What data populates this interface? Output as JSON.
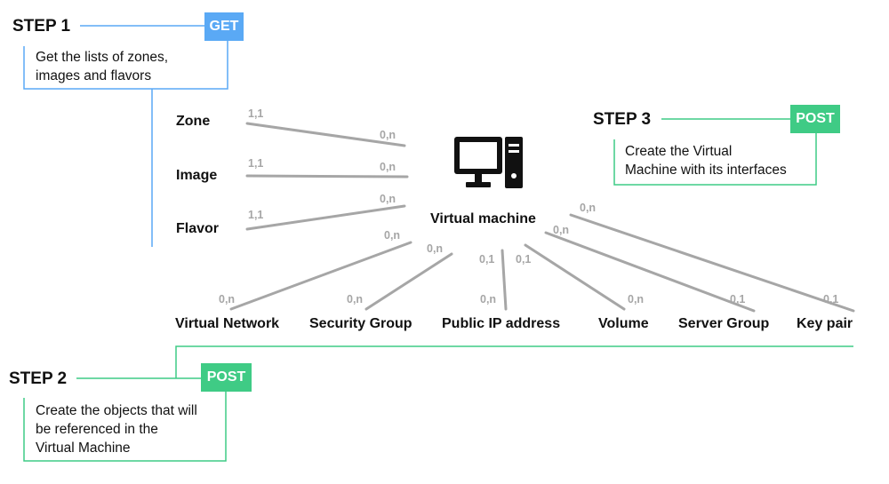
{
  "colors": {
    "get": "#5aa9f5",
    "post": "#3fcb85",
    "line": "#a6a6a6",
    "text": "#111111"
  },
  "step1": {
    "title": "STEP 1",
    "badge": "GET",
    "text_line1": "Get the lists of zones,",
    "text_line2": "images and flavors"
  },
  "step2": {
    "title": "STEP 2",
    "badge": "POST",
    "text_line1": "Create the objects that will",
    "text_line2": "be referenced in the",
    "text_line3": "Virtual Machine"
  },
  "step3": {
    "title": "STEP 3",
    "badge": "POST",
    "text_line1": "Create the Virtual",
    "text_line2": "Machine with its interfaces"
  },
  "center": {
    "label": "Virtual machine",
    "icon": "desktop-computer-icon"
  },
  "left_entities": [
    {
      "name": "Zone",
      "card_entity": "1,1",
      "card_vm": "0,n"
    },
    {
      "name": "Image",
      "card_entity": "1,1",
      "card_vm": "0,n"
    },
    {
      "name": "Flavor",
      "card_entity": "1,1",
      "card_vm": "0,n"
    }
  ],
  "bottom_entities": [
    {
      "name": "Virtual Network",
      "card_entity": "0,n",
      "card_vm": "0,n"
    },
    {
      "name": "Security Group",
      "card_entity": "0,n",
      "card_vm": "0,n"
    },
    {
      "name": "Public IP address",
      "card_entity": "0,n",
      "card_vm": "0,1"
    },
    {
      "name": "Volume",
      "card_entity": "0,n",
      "card_vm": "0,1"
    },
    {
      "name": "Server Group",
      "card_entity": "0,1",
      "card_vm": "0,n"
    },
    {
      "name": "Key pair",
      "card_entity": "0,1",
      "card_vm": "0,n"
    }
  ]
}
